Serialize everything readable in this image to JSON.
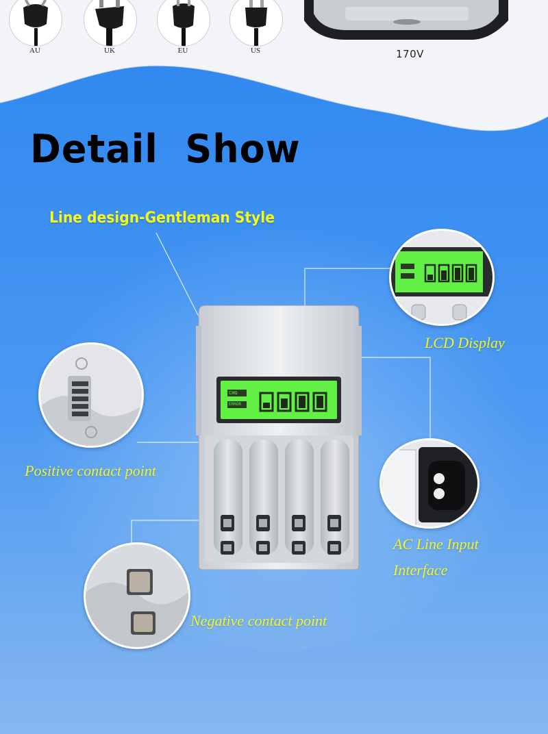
{
  "plug_types": {
    "au": "AU",
    "uk": "UK",
    "eu": "EU",
    "us": "US"
  },
  "voltage_label": "170V",
  "heading": "Detail  Show",
  "subheading": "Line design-Gentleman Style",
  "lcd": {
    "chg": "CHG",
    "error": "ERROR"
  },
  "callouts": {
    "lcd_display": "LCD Display",
    "positive_contact": "Positive contact point",
    "ac_input_line1": "AC Line Input",
    "ac_input_line2": "Interface",
    "negative_contact": "Negative contact point"
  },
  "colors": {
    "background_blue": "#3f8ff2",
    "accent_yellow": "#f4ff1a",
    "lcd_green": "#63f044"
  }
}
